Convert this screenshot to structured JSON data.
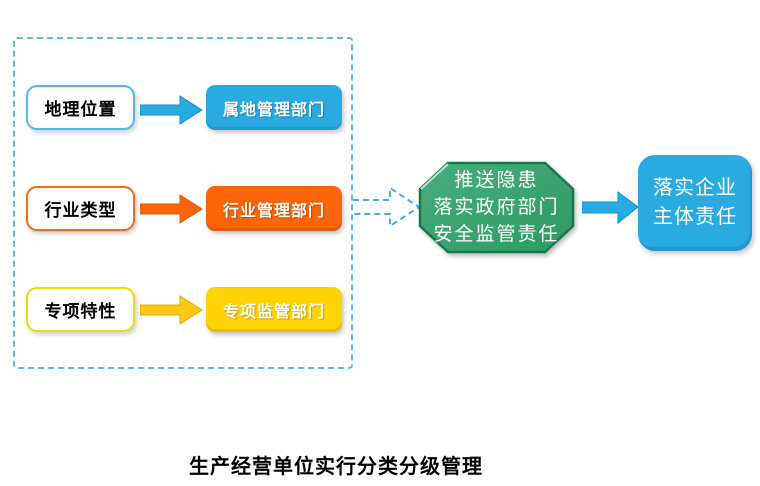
{
  "flow": {
    "caption": "生产经营单位实行分类分级管理",
    "rows": [
      {
        "source": "地理位置",
        "target": "属地管理部门",
        "color": "#29ABE2"
      },
      {
        "source": "行业类型",
        "target": "行业管理部门",
        "color": "#FA6509"
      },
      {
        "source": "专项特性",
        "target": "专项监管部门",
        "color": "#FFD305"
      }
    ],
    "hub": {
      "lines": [
        "推送隐患",
        "落实政府部门",
        "安全监管责任"
      ],
      "color": "#35A26B"
    },
    "result": {
      "lines": [
        "落实企业",
        "主体责任"
      ],
      "color": "#29ABE2"
    },
    "frame_color": "#55BCEC"
  }
}
